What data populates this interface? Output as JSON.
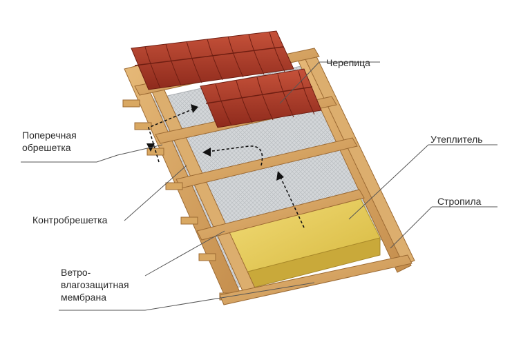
{
  "diagram": {
    "labels": {
      "tiles": "Черепица",
      "cross_batten_line1": "Поперечная",
      "cross_batten_line2": "обрешетка",
      "insulation": "Утеплитель",
      "rafters": "Стропила",
      "counter_batten": "Контробрешетка",
      "membrane_line1": "Ветро-",
      "membrane_line2": "влагозащитная",
      "membrane_line3": "мембрана"
    },
    "colors": {
      "wood": "#d9a862",
      "wood_dark": "#a9743a",
      "tile": "#b3402a",
      "tile_dark": "#7e2418",
      "insulation": "#e8cf5a",
      "membrane": "#c9cccf",
      "leader_line": "#555555"
    }
  }
}
